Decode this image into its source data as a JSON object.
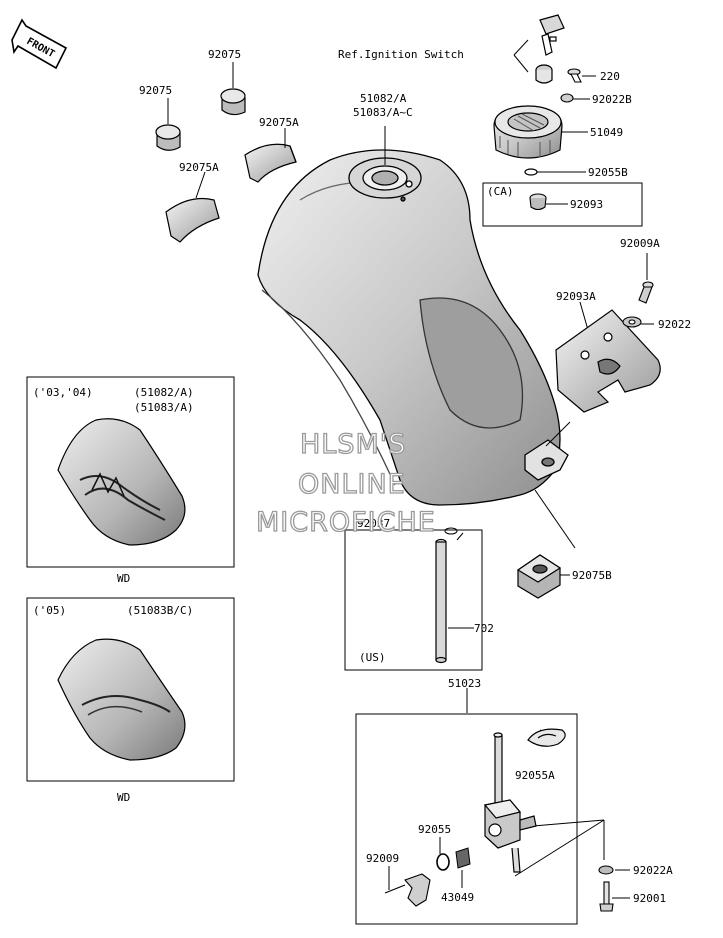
{
  "parts": {
    "p92075_top": "92075",
    "p92075_left": "92075",
    "p92075A_right": "92075A",
    "p92075A_left": "92075A",
    "p51082": "51082/A",
    "p51083": "51083/A~C",
    "ref_ignition": "Ref.Ignition Switch",
    "p220": "220",
    "p92022B": "92022B",
    "p51049": "51049",
    "p92055B": "92055B",
    "ca_tag": "(CA)",
    "p92093": "92093",
    "p92009A": "92009A",
    "p92093A": "92093A",
    "p92022": "92022",
    "p92037": "92037",
    "p702": "702",
    "us_tag": "(US)",
    "p92075B": "92075B",
    "p51023": "51023",
    "p92055A": "92055A",
    "p92055": "92055",
    "p92009": "92009",
    "p43049": "43049",
    "p92022A": "92022A",
    "p92001": "92001"
  },
  "insets": {
    "a_year": "('03,'04)",
    "a_code1": "(51082/A)",
    "a_code2": "(51083/A)",
    "a_caption": "WD",
    "b_year": "('05)",
    "b_code": "(51083B/C)",
    "b_caption": "WD"
  },
  "front_label": "FRONT",
  "watermark": {
    "line1": "HLSM'S",
    "line2": "ONLINE",
    "line3": "MICROFICHE"
  },
  "colors": {
    "line": "#000000",
    "tank_gray": "#b8b8b8",
    "watermark_outline": "#9a9a9a"
  }
}
